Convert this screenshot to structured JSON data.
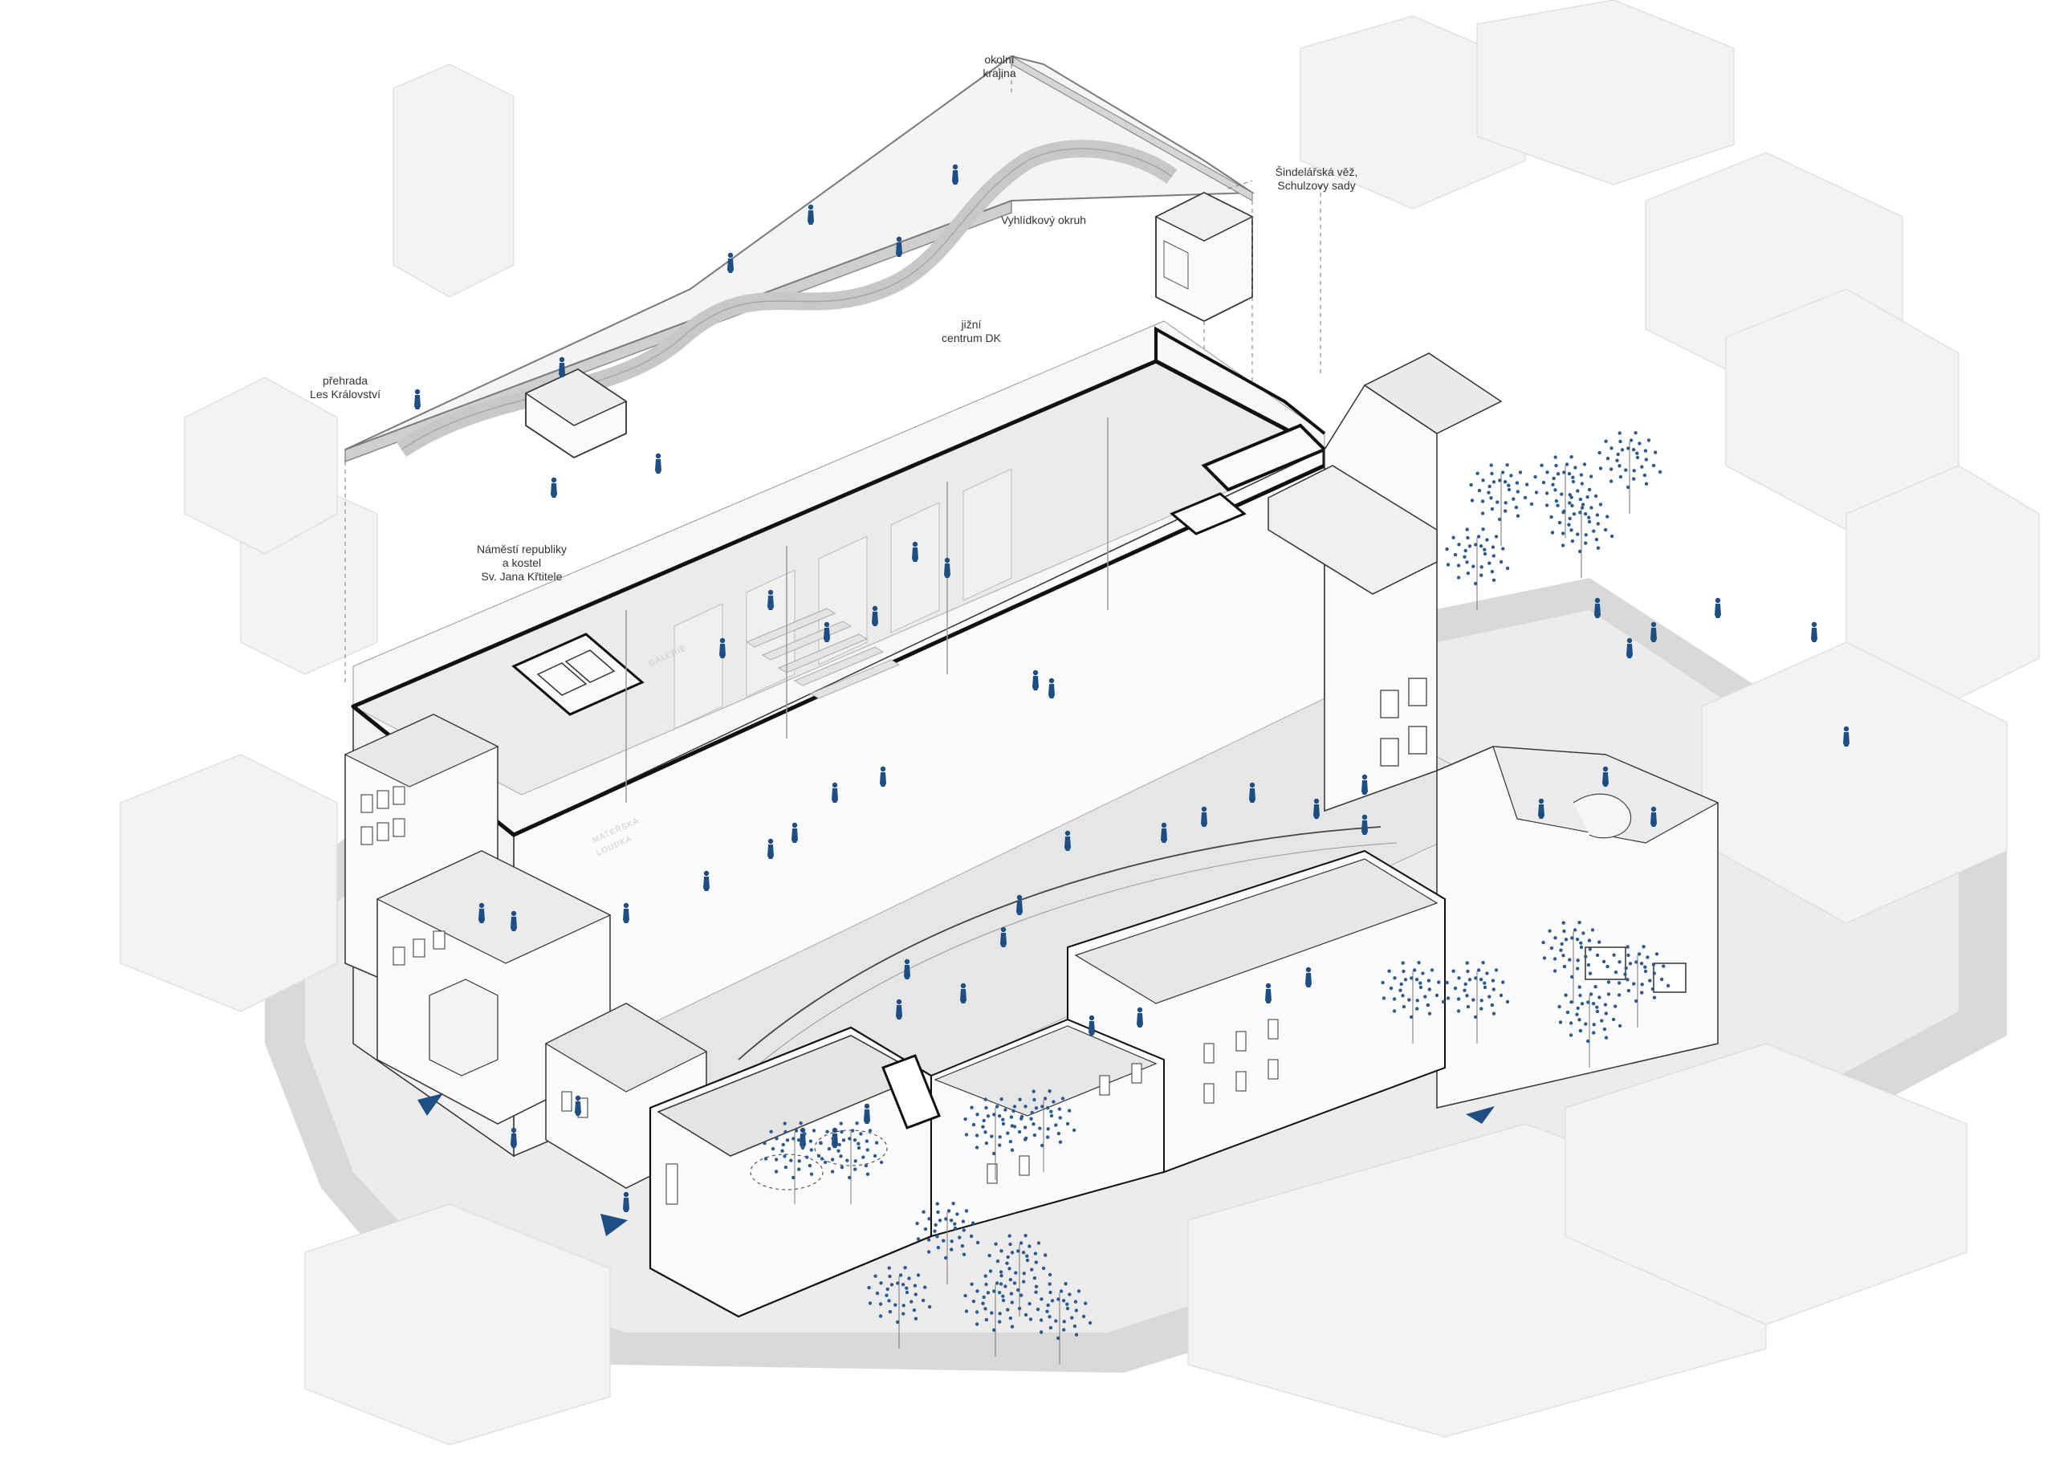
{
  "colors": {
    "ground": "#d8d8d8",
    "shadow": "#c2c2c2",
    "context": "#eeeeee",
    "wall": "#ffffff",
    "floor": "#e9e9e9",
    "line": "#2b2b2b",
    "people": "#1f4e84",
    "tree": "#2f5a8c"
  },
  "labels": {
    "okolni_krajina": [
      "okolní",
      "krajina"
    ],
    "sindelarska_vez": [
      "Šindelářská věž,",
      "Schulzovy sady"
    ],
    "vyhlidkovy_okruh": [
      "Vyhlídkový okruh"
    ],
    "jizni_centrum": [
      "jižní",
      "centrum DK"
    ],
    "prehrada": [
      "přehrada",
      "Les Království"
    ],
    "namesti": [
      "Náměstí republiky",
      "a kostel",
      "Sv. Jana Křtitele"
    ]
  },
  "signs": {
    "galerie": "GALERIE",
    "materska_1": "MATEŘSKÁ",
    "materska_2": "LOUDKA"
  },
  "icons": {
    "entrance_marker": "triangle-arrow-icon",
    "person": "person-figure-icon",
    "tree": "dotted-tree-icon"
  }
}
